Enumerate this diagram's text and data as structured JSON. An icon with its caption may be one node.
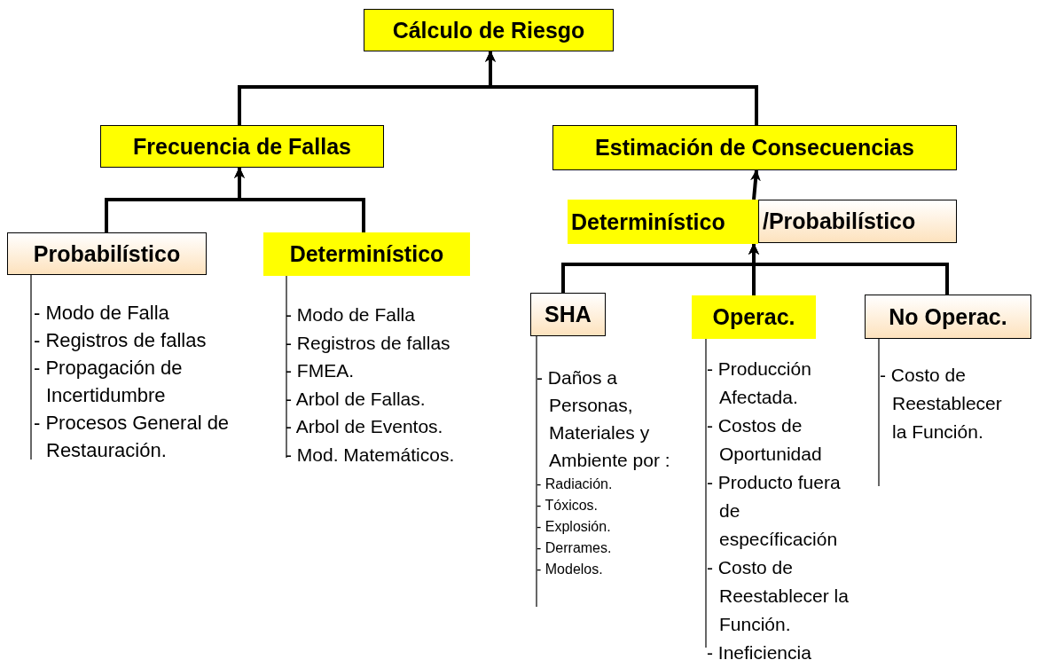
{
  "diagram": {
    "nodes": [
      {
        "text": [
          "Cálculo de Riesgo"
        ]
      },
      {
        "text": [
          "Frecuencia de Fallas"
        ]
      },
      {
        "text": [
          "Estimación de Consecuencias"
        ]
      },
      {
        "text": [
          "Probabilístico"
        ],
        "beside": [
          "- Modo de Falla",
          "- Registros de fallas",
          "- Propagación de Incertidumbre",
          "- Procesos General de Restauración."
        ]
      },
      {
        "text": [
          "Determinístico"
        ],
        "beside": [
          "- Modo de Falla",
          "- Registros de fallas",
          "- FMEA.",
          "- Arbol de Fallas.",
          "- Arbol de Eventos.",
          "- Mod. Matemáticos."
        ]
      },
      {
        "text": [
          "Determinístico"
        ]
      },
      {
        "text": [
          "/Probabilístico"
        ]
      },
      {
        "text": [
          "SHA"
        ],
        "beside": [
          "- Daños a Personas, Materiales y Ambiente por :",
          "- Radiación.",
          "- Tóxicos.",
          "- Explosión.",
          "- Derrames.",
          "- Modelos."
        ]
      },
      {
        "text": [
          "Operac."
        ],
        "beside": [
          "- Producción Afectada.",
          "- Costos de Oportunidad",
          "- Producto fuera de específicación",
          "- Costo de Reestablecer la Función.",
          "- Ineficiencia"
        ]
      },
      {
        "text": [
          "No Operac."
        ],
        "beside": [
          "- Costo de Reestablecer la Función."
        ]
      }
    ],
    "edges": [
      {
        "from": 1,
        "to": 0,
        "arrow": "to"
      },
      {
        "from": 2,
        "to": 0,
        "arrow": "to"
      },
      {
        "from": 3,
        "to": 1,
        "arrow": "to"
      },
      {
        "from": 4,
        "to": 1,
        "arrow": "to"
      },
      {
        "from": 5,
        "to": 2,
        "arrow": "to"
      },
      {
        "from": 7,
        "to": 5,
        "arrow": "to"
      },
      {
        "from": 8,
        "to": 5,
        "arrow": "to"
      },
      {
        "from": 9,
        "to": 5,
        "arrow": "to"
      }
    ]
  }
}
